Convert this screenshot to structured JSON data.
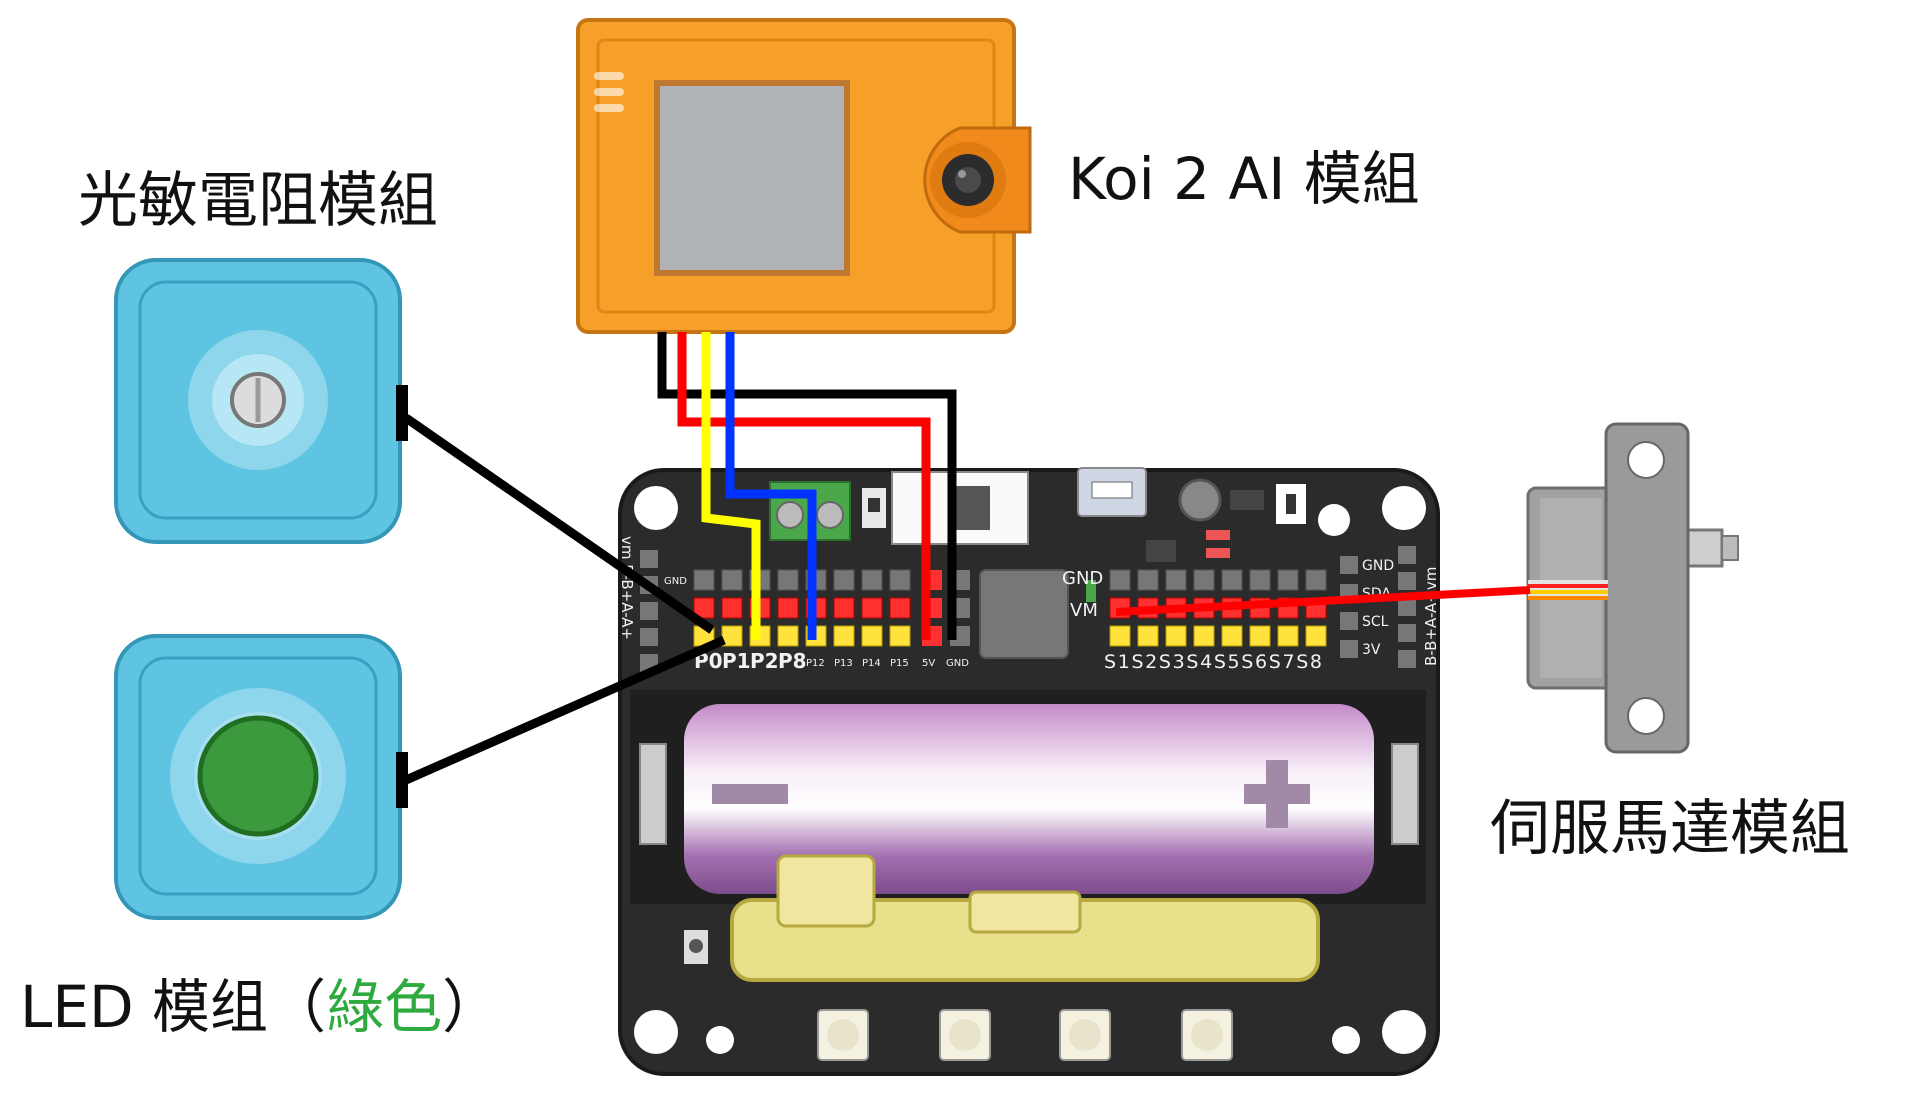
{
  "labels": {
    "photoresistor": "光敏電阻模組",
    "koi": "Koi 2 AI 模組",
    "servo": "伺服馬達模組",
    "led_main": "LED 模组（",
    "led_color": "綠色",
    "led_close": "）"
  },
  "board_pins": {
    "p0": "P0",
    "p1": "P1",
    "p2": "P2",
    "p8": "P8",
    "p12": "P12",
    "p13": "P13",
    "p14": "P14",
    "p15": "P15",
    "v5": "5V",
    "gnd": "GND",
    "gnd_top": "GND",
    "gnd_mid": "GND",
    "vm": "VM",
    "servo_pins": "S1S2S3S4S5S6S7S8",
    "i2c_gnd": "GND",
    "sda": "SDA",
    "scl": "SCL",
    "v3": "3V",
    "left_edge": "vm B-B+A-A+",
    "right_edge": "B-B+A-A+vm"
  },
  "colors": {
    "koi_orange": "#f6a02a",
    "module_blue": "#5ec4e2",
    "led_green": "#3a9a3c",
    "board": "#2b2b2b",
    "wire_black": "#000000",
    "wire_red": "#ff0000",
    "wire_yellow": "#ffff00",
    "wire_blue": "#0033ff"
  }
}
